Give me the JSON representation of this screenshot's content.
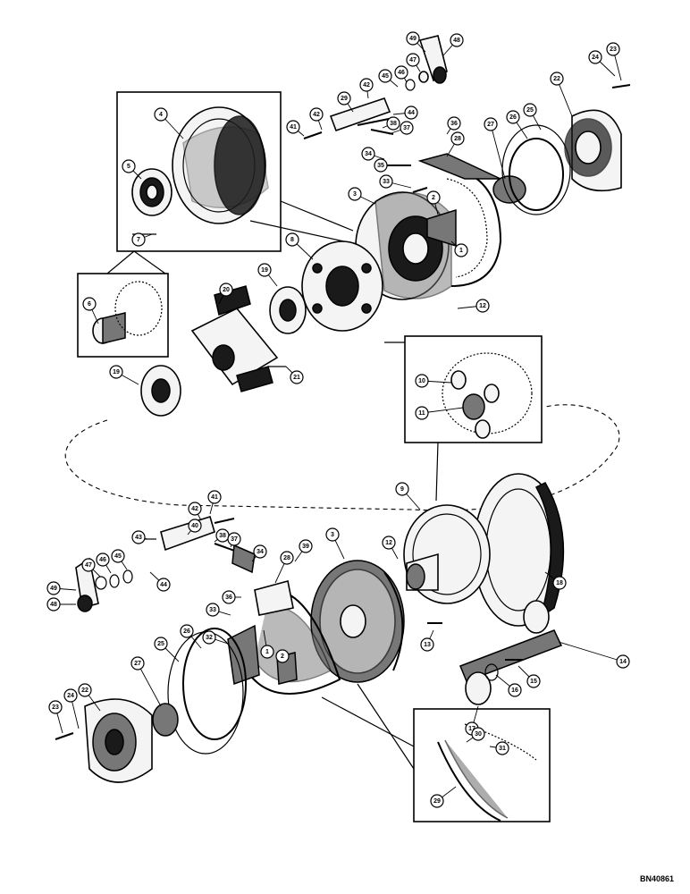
{
  "document": {
    "code": "BN40861"
  },
  "callouts": [
    {
      "label": "49"
    },
    {
      "label": "48"
    },
    {
      "label": "47"
    },
    {
      "label": "46"
    },
    {
      "label": "45"
    },
    {
      "label": "42"
    },
    {
      "label": "29"
    },
    {
      "label": "44"
    },
    {
      "label": "41"
    },
    {
      "label": "42"
    },
    {
      "label": "38"
    },
    {
      "label": "37"
    },
    {
      "label": "36"
    },
    {
      "label": "28"
    },
    {
      "label": "34"
    },
    {
      "label": "35"
    },
    {
      "label": "33"
    },
    {
      "label": "27"
    },
    {
      "label": "26"
    },
    {
      "label": "25"
    },
    {
      "label": "22"
    },
    {
      "label": "24"
    },
    {
      "label": "23"
    },
    {
      "label": "4"
    },
    {
      "label": "5"
    },
    {
      "label": "7"
    },
    {
      "label": "3"
    },
    {
      "label": "2"
    },
    {
      "label": "1"
    },
    {
      "label": "8"
    },
    {
      "label": "19"
    },
    {
      "label": "12"
    },
    {
      "label": "6"
    },
    {
      "label": "20"
    },
    {
      "label": "19"
    },
    {
      "label": "21"
    },
    {
      "label": "10"
    },
    {
      "label": "11"
    },
    {
      "label": "9"
    },
    {
      "label": "18"
    },
    {
      "label": "41"
    },
    {
      "label": "42"
    },
    {
      "label": "40"
    },
    {
      "label": "38"
    },
    {
      "label": "43"
    },
    {
      "label": "37"
    },
    {
      "label": "34"
    },
    {
      "label": "39"
    },
    {
      "label": "3"
    },
    {
      "label": "12"
    },
    {
      "label": "47"
    },
    {
      "label": "46"
    },
    {
      "label": "45"
    },
    {
      "label": "44"
    },
    {
      "label": "49"
    },
    {
      "label": "48"
    },
    {
      "label": "28"
    },
    {
      "label": "36"
    },
    {
      "label": "33"
    },
    {
      "label": "13"
    },
    {
      "label": "26"
    },
    {
      "label": "32"
    },
    {
      "label": "1"
    },
    {
      "label": "2"
    },
    {
      "label": "14"
    },
    {
      "label": "25"
    },
    {
      "label": "27"
    },
    {
      "label": "16"
    },
    {
      "label": "15"
    },
    {
      "label": "17"
    },
    {
      "label": "22"
    },
    {
      "label": "24"
    },
    {
      "label": "23"
    },
    {
      "label": "30"
    },
    {
      "label": "31"
    },
    {
      "label": "29"
    }
  ]
}
